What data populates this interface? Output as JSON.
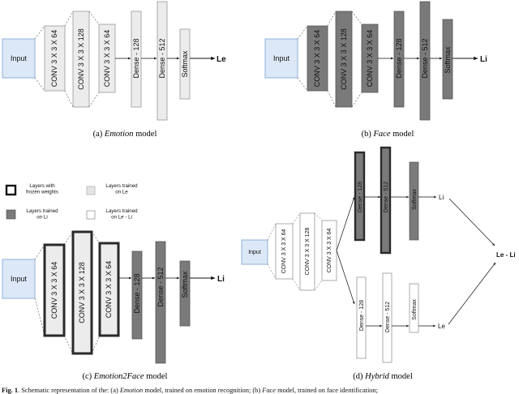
{
  "panels": {
    "a": {
      "input_label": "Input",
      "conv_layers": [
        "CONV 3 X 3 X 64",
        "CONV 3 X 3 X 128",
        "CONV 3 X 3 X 64"
      ],
      "dense_layers": [
        "Dense - 128",
        "Dense - 512",
        "Softmax"
      ],
      "output": "Le",
      "caption_prefix": "(a) ",
      "caption_em": "Emotion",
      "caption_suffix": " model"
    },
    "b": {
      "input_label": "Input",
      "conv_layers": [
        "CONV 3 X 3 X 64",
        "CONV 3 X 3 X 128",
        "CONV 3 X 3 X 64"
      ],
      "dense_layers": [
        "Dense - 128",
        "Dense - 512",
        "Softmax"
      ],
      "output": "Li",
      "caption_prefix": "(b) ",
      "caption_em": "Face",
      "caption_suffix": " model"
    },
    "c": {
      "input_label": "Input",
      "conv_layers": [
        "CONV 3 X 3 X 64",
        "CONV 3 X 3 X 128",
        "CONV 3 X 3 X 64"
      ],
      "dense_layers": [
        "Dense - 128",
        "Dense - 512",
        "Softmax"
      ],
      "output": "Li",
      "caption_prefix": "(c) ",
      "caption_em": "Emotion2Face",
      "caption_suffix": " model"
    },
    "d": {
      "input_label": "Input",
      "conv_layers": [
        "CONV 3 X 3 X 64",
        "CONV 3 X 3 X 128",
        "CONV 3 X 3 X 64"
      ],
      "dense_layers_top": [
        "Dense - 128",
        "Dense - 512",
        "Softmax"
      ],
      "dense_layers_bottom": [
        "Dense - 128",
        "Dense - 512",
        "Softmax"
      ],
      "output_top": "Li",
      "output_bottom": "Le",
      "output_combined": "Le - Li",
      "caption_prefix": "(d) ",
      "caption_em": "Hybrid",
      "caption_suffix": " model"
    }
  },
  "legend": {
    "frozen": [
      "Layers with",
      "frozen weights"
    ],
    "trained_le": [
      "Layers trained",
      "on Le"
    ],
    "trained_li": [
      "Layers trained",
      "on Li"
    ],
    "trained_le_li": [
      "Layers trained",
      "on Le - Li"
    ]
  },
  "colors": {
    "input_fill": "#dce8f7",
    "input_stroke": "#8fb0d8",
    "light_gray": "#ececec",
    "dark_gray": "#7a7a7a",
    "frozen_stroke": "#2a2a2a",
    "white": "#ffffff"
  },
  "figure_caption": {
    "bold": "Fig. 1",
    "text_1": ". Schematic representation of the: (a) ",
    "em_1": "Emotion",
    "text_2": " model, trained on emotion recognition; (b) ",
    "em_2": "Face",
    "text_3": " model, trained on face identification;"
  }
}
